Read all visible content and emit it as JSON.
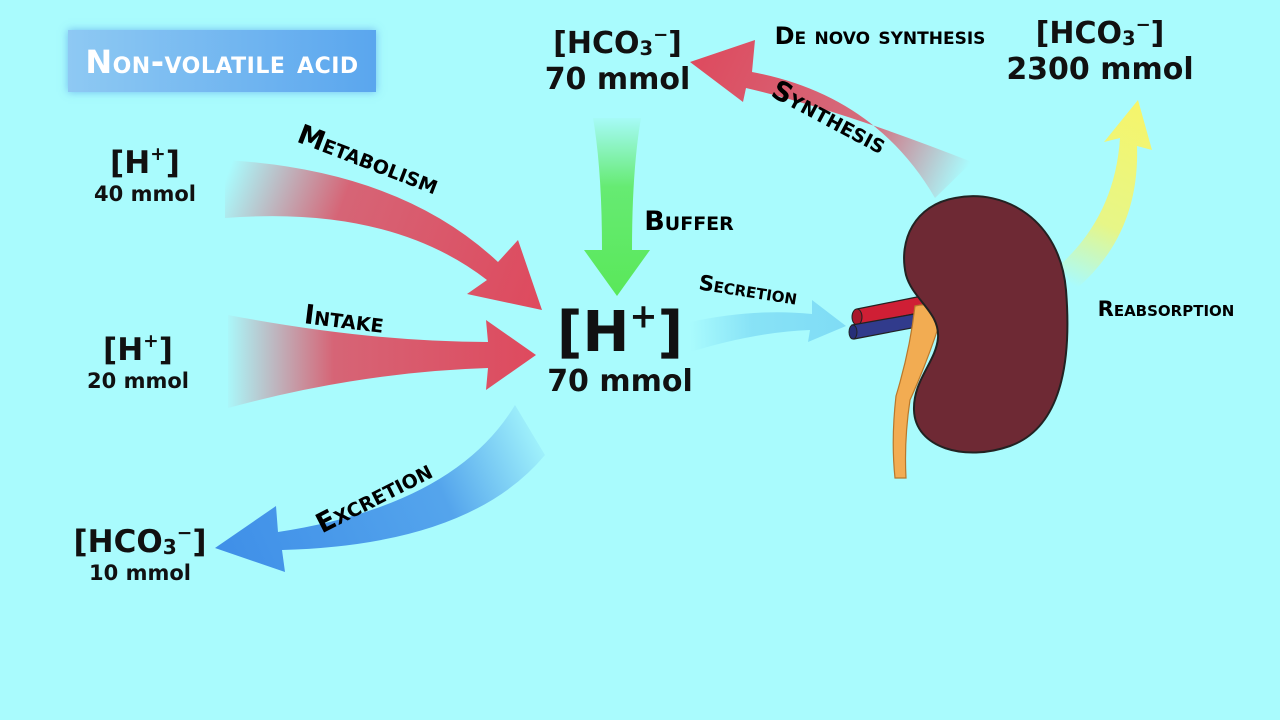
{
  "title": "Non-volatile acid",
  "pools": {
    "h_metabolism": {
      "formula": "H",
      "charge": "+",
      "amount": "40 mmol"
    },
    "h_intake": {
      "formula": "H",
      "charge": "+",
      "amount": "20 mmol"
    },
    "hco3_excretion": {
      "formula": "HCO",
      "sub": "3",
      "charge": "−",
      "amount": "10 mmol"
    },
    "hco3_buffer": {
      "formula": "HCO",
      "sub": "3",
      "charge": "−",
      "amount": "70 mmol"
    },
    "h_central": {
      "formula": "H",
      "charge": "+",
      "amount": "70 mmol"
    },
    "hco3_reabsorbed": {
      "formula": "HCO",
      "sub": "3",
      "charge": "−",
      "amount": "2300 mmol"
    }
  },
  "processes": {
    "metabolism": "Metabolism",
    "intake": "Intake",
    "excretion": "Excretion",
    "buffer": "Buffer",
    "secretion": "Secretion",
    "de_novo_synthesis": "De novo synthesis",
    "synthesis": "Synthesis",
    "reabsorption": "Reabsorption"
  },
  "colors": {
    "background": "#a9fbfd",
    "acid_arrow": "#de4a5e",
    "base_arrow": "#3f8fe8",
    "buffer_arrow": "#5ae85a",
    "secretion_arrow": "#7fdcf5",
    "reabsorption_arrow": "#f6f56a",
    "reabsorption_label": "#f1b066",
    "kidney": "#6e2934",
    "ureter": "#f2ac52",
    "artery": "#cf1f35",
    "vein": "#313b8c",
    "title_box": "#6aaff0"
  },
  "icons": [
    "kidney-icon",
    "renal-artery-icon",
    "renal-vein-icon",
    "ureter-icon"
  ]
}
